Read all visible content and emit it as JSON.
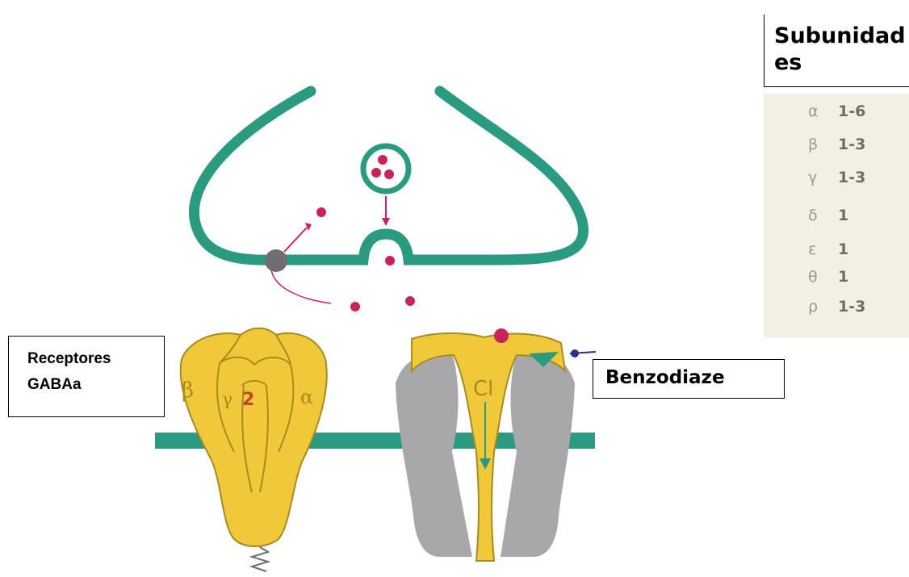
{
  "labels": {
    "receptors_line1": "Receptores",
    "receptors_line2": "GABAa",
    "benzodiazepine": "Benzodiaze",
    "subunits_title": "Subunidades",
    "receptor_beta": "β",
    "receptor_alpha": "α",
    "receptor_gamma": "γ",
    "receptor_number": "2",
    "chloride": "Cl"
  },
  "subunits": [
    {
      "symbol": "α",
      "range": "1-6"
    },
    {
      "symbol": "β",
      "range": "1-3"
    },
    {
      "symbol": "γ",
      "range": "1-3"
    },
    {
      "symbol": "δ",
      "range": "1"
    },
    {
      "symbol": "ε",
      "range": "1"
    },
    {
      "symbol": "θ",
      "range": "1"
    },
    {
      "symbol": "ρ",
      "range": "1-3"
    }
  ],
  "colors": {
    "membrane": "#2a9a80",
    "receptor": "#efc93a",
    "receptor_outline": "#a88a20",
    "channel_gray": "#a8a8ab",
    "gaba_dot": "#c8245a",
    "benzo_site": "#2a9a80",
    "arrow_blue": "#2a2f8a",
    "table_bg": "#f2f0e2"
  }
}
